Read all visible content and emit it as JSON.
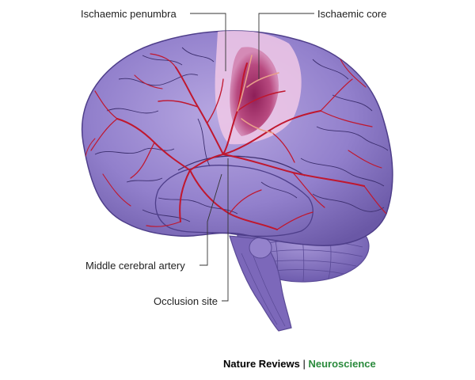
{
  "labels": {
    "ischaemic_penumbra": "Ischaemic penumbra",
    "ischaemic_core": "Ischaemic core",
    "middle_cerebral_artery": "Middle cerebral artery",
    "occlusion_site": "Occlusion site"
  },
  "credit": {
    "publisher": "Nature Reviews",
    "separator": "|",
    "journal": "Neuroscience"
  },
  "colors": {
    "brain": "#8f7ac8",
    "brain_dark": "#6c5aa8",
    "vessel": "#c0172e",
    "penumbra": "#eec6e4",
    "core": "#a82e6e",
    "journal": "#2a8a3c"
  }
}
